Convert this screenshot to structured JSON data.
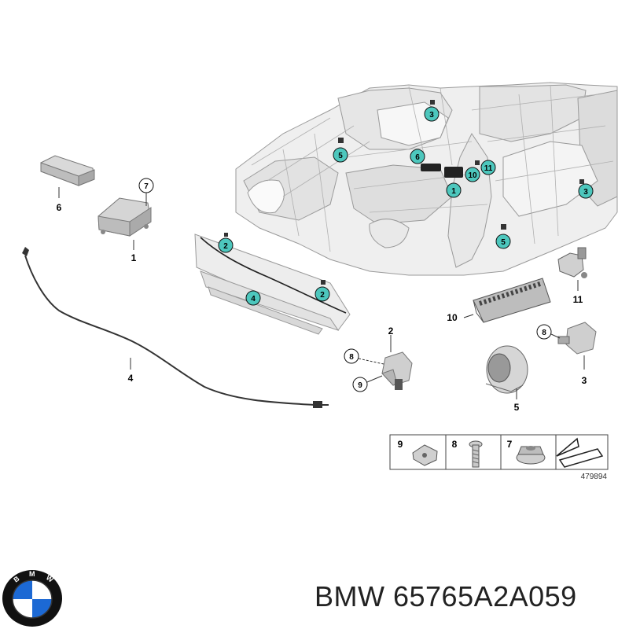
{
  "title": "BMW 65765A2A059",
  "brand": {
    "name": "BMW",
    "logo_letters": "BMW",
    "colors": {
      "ring": "#111111",
      "blue": "#1c69d4",
      "white": "#ffffff"
    }
  },
  "diagram_id": "479894",
  "callouts_on_car": [
    "3",
    "5",
    "6",
    "10",
    "11",
    "1",
    "3",
    "5",
    "2",
    "2",
    "4"
  ],
  "part_labels": {
    "p1": "1",
    "p2": "2",
    "p3": "3",
    "p4": "4",
    "p5": "5",
    "p6": "6",
    "p7": "7",
    "p8a": "8",
    "p8b": "8",
    "p9": "9",
    "p10": "10",
    "p11": "11"
  },
  "legend": {
    "items": [
      "9",
      "8",
      "7"
    ]
  },
  "colors": {
    "callout_fill": "#4dc7bd",
    "line": "#333333",
    "part_fill": "#d9d9d9",
    "car_fill": "#efefef"
  }
}
